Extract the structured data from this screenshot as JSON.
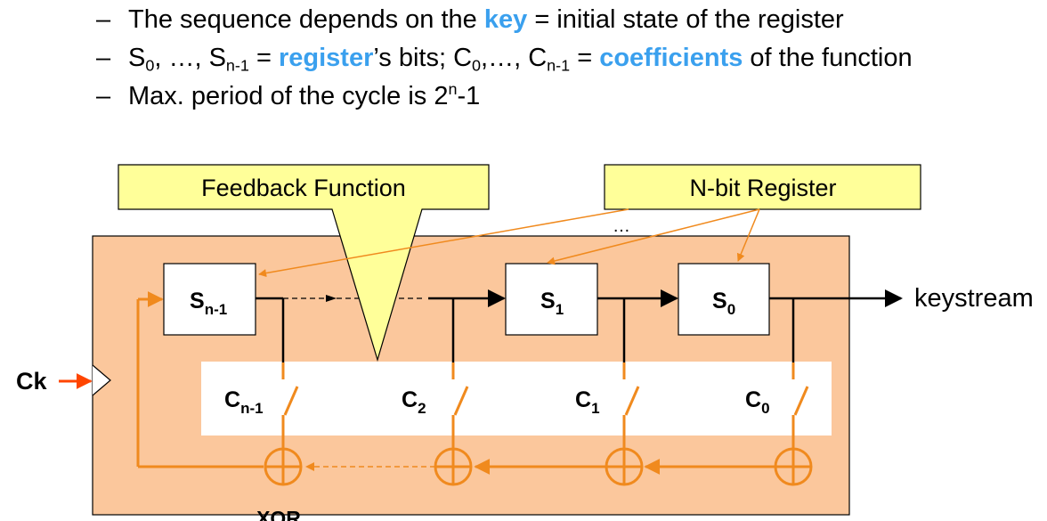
{
  "bullets": [
    {
      "dash": "–",
      "p1": "The sequence depends on the ",
      "key": "key",
      "p2": " = initial state of the register"
    },
    {
      "dash": "–",
      "s": "S",
      "s0": "0",
      "p1": ", …, ",
      "s2": "S",
      "sn1": "n-1",
      "p2": " = ",
      "register": "register",
      "p3": "’s bits; ",
      "c": "C",
      "c0": "0",
      "p4": ",…, ",
      "c2": "C",
      "cn1": "n-1",
      "p5": " = ",
      "coefficients": "coefficients",
      "p6": " of the function"
    },
    {
      "dash": "–",
      "p1": "Max. period of the cycle is 2",
      "sup": "n",
      "p2": "-1"
    }
  ],
  "diagram": {
    "callout_feedback": "Feedback Function",
    "callout_register": "N-bit Register",
    "ellipsis": "…",
    "reg_sn1": {
      "main": "S",
      "sub": "n-1"
    },
    "reg_s1": {
      "main": "S",
      "sub": "1"
    },
    "reg_s0": {
      "main": "S",
      "sub": "0"
    },
    "coef_cn1": {
      "main": "C",
      "sub": "n-1"
    },
    "coef_c2": {
      "main": "C",
      "sub": "2"
    },
    "coef_c1": {
      "main": "C",
      "sub": "1"
    },
    "coef_c0": {
      "main": "C",
      "sub": "0"
    },
    "output_label": "keystream",
    "clock_label": "Ck",
    "xor_label": "XOR"
  },
  "colors": {
    "accent_blue": "#3aa0ee",
    "panel_fill": "#fbc79c",
    "callout_fill": "#ffff99",
    "orange": "#f08a1e",
    "clock_arrow": "#ff4500"
  }
}
